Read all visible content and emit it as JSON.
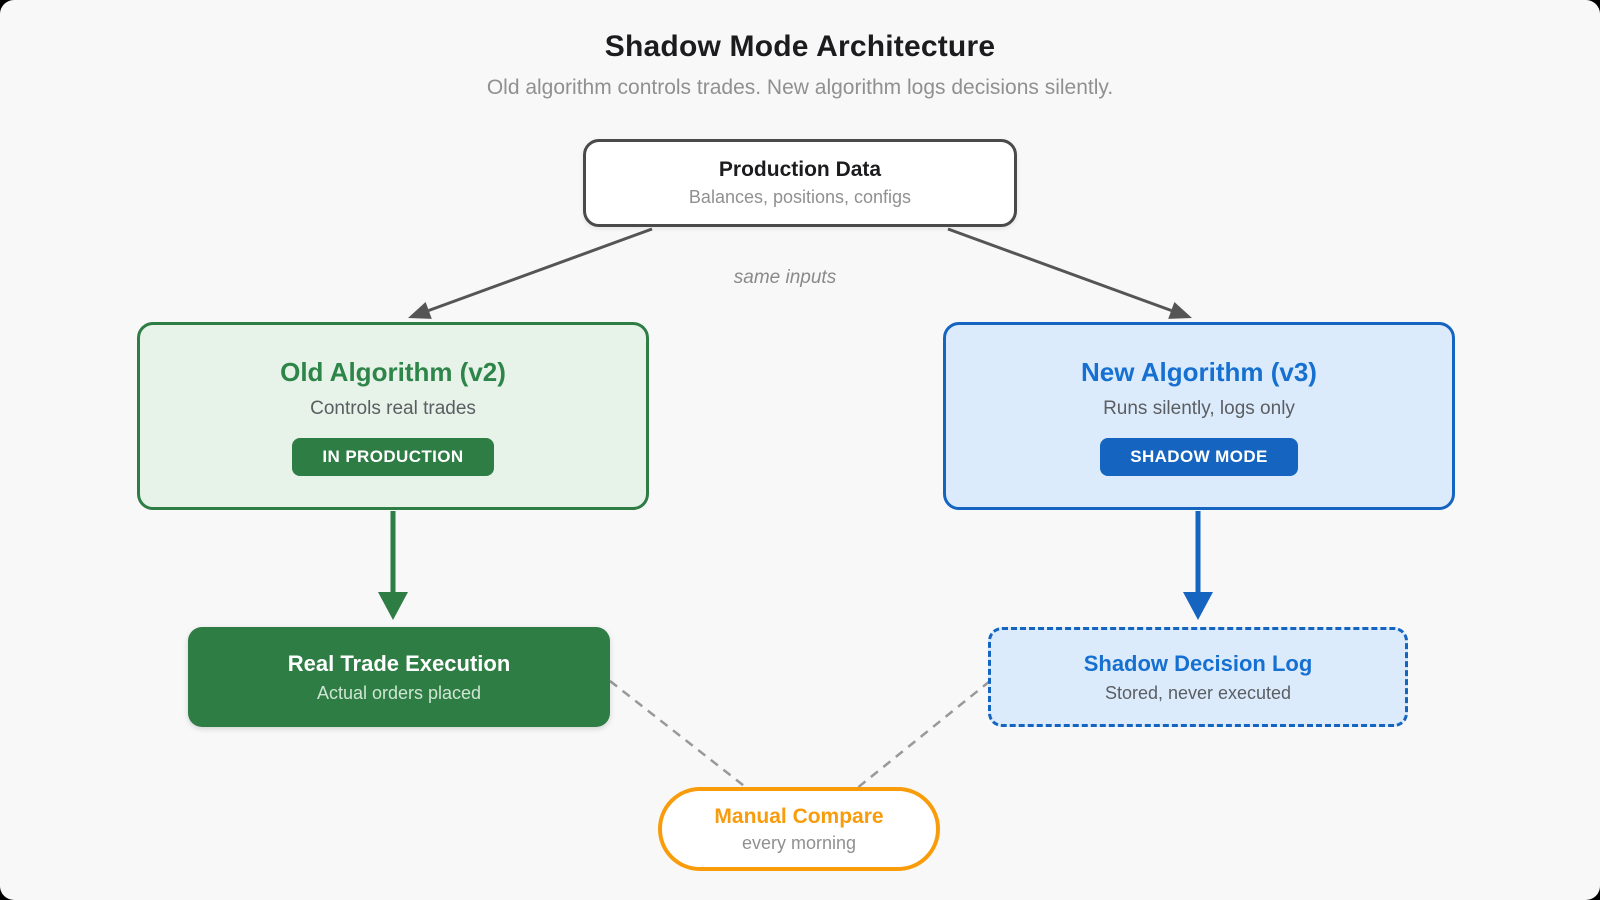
{
  "page": {
    "title": "Shadow Mode Architecture",
    "subtitle": "Old algorithm controls trades. New algorithm logs decisions silently."
  },
  "labels": {
    "same_inputs": "same inputs"
  },
  "nodes": {
    "production": {
      "title": "Production Data",
      "subtitle": "Balances, positions, configs"
    },
    "old_algorithm": {
      "title": "Old Algorithm (v2)",
      "subtitle": "Controls real trades",
      "badge": "IN PRODUCTION"
    },
    "new_algorithm": {
      "title": "New Algorithm (v3)",
      "subtitle": "Runs silently, logs only",
      "badge": "SHADOW MODE"
    },
    "real_trade_execution": {
      "title": "Real Trade Execution",
      "subtitle": "Actual orders placed"
    },
    "shadow_decision_log": {
      "title": "Shadow Decision Log",
      "subtitle": "Stored, never executed"
    },
    "manual_compare": {
      "title": "Manual Compare",
      "subtitle": "every morning"
    }
  },
  "colors": {
    "background": "#f8f8f9",
    "ink": "#1c1c1e",
    "muted": "#909090",
    "node_subtitle": "#5a5e63",
    "node_border_dark": "#4a4a4a",
    "arrow_gray": "#555555",
    "dashed_gray": "#999999",
    "green": "#2e7d45",
    "green_text": "#2e8549",
    "green_bg": "#e7f2e8",
    "green_subtitle_on_dark": "#cfe6d2",
    "blue": "#1565c0",
    "blue_text": "#1570d1",
    "blue_bg": "#dcebfb",
    "orange": "#f89c0c"
  }
}
